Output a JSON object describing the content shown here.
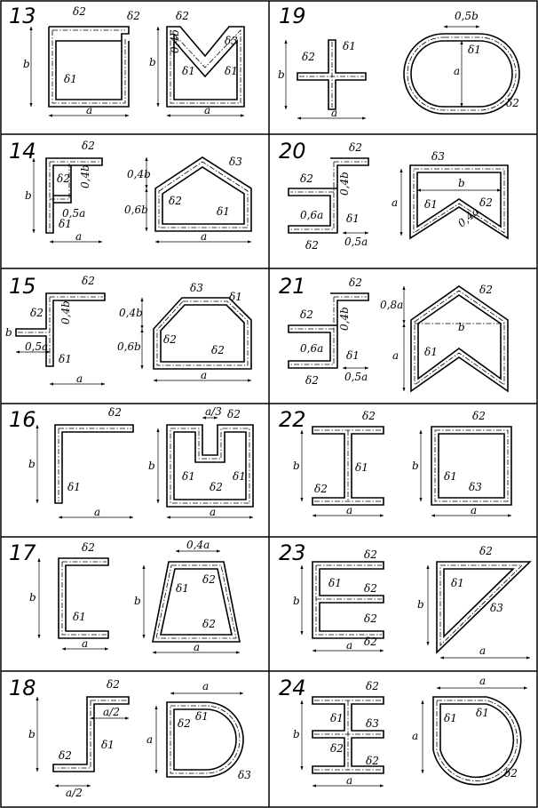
{
  "variants": [
    {
      "number": "13",
      "labels": {
        "a1": "a",
        "b1": "b",
        "d1": "δ1",
        "d2a": "δ2",
        "d2b": "δ2",
        "a2": "a",
        "b2": "b",
        "k": "0,4b",
        "e1": "δ1",
        "e2": "δ2",
        "e3": "δ3",
        "e4": "δ1"
      }
    },
    {
      "number": "14",
      "labels": {
        "a1": "a",
        "b1": "b",
        "d1": "δ1",
        "d2": "δ2",
        "d2b": "δ2",
        "k": "0,4b",
        "m": "0,5a",
        "a2": "a",
        "p": "0,4b",
        "q": "0,6b",
        "e1": "δ1",
        "e2": "δ2",
        "e3": "δ3"
      }
    },
    {
      "number": "15",
      "labels": {
        "a1": "a",
        "b1": "b",
        "d1": "δ1",
        "d2": "δ2",
        "d2b": "δ2",
        "k": "0,4b",
        "m": "0,5a",
        "a2": "a",
        "p": "0,4b",
        "q": "0,6b",
        "e1": "δ1",
        "e2": "δ2",
        "e3": "δ3",
        "e4": "δ2"
      }
    },
    {
      "number": "16",
      "labels": {
        "a1": "a",
        "b1": "b",
        "d1": "δ1",
        "d2": "δ2",
        "a2": "a",
        "b2": "b",
        "t": "a/3",
        "e1": "δ1",
        "e2": "δ2",
        "e3": "δ2",
        "e4": "δ1"
      }
    },
    {
      "number": "17",
      "labels": {
        "a1": "a",
        "b1": "b",
        "d1": "δ1",
        "d2": "δ2",
        "a2": "a",
        "b2": "b",
        "t": "0,4a",
        "e1": "δ1",
        "e2": "δ2",
        "e3": "δ2"
      }
    },
    {
      "number": "18",
      "labels": {
        "b1": "b",
        "d1": "δ1",
        "d2": "δ2",
        "d2b": "δ2",
        "h1": "a/2",
        "h2": "a/2",
        "a2": "a",
        "b2": "a",
        "e1": "δ1",
        "e2": "δ2",
        "e3": "δ3"
      }
    },
    {
      "number": "19",
      "labels": {
        "a1": "a",
        "b1": "b",
        "d1": "δ1",
        "d2": "δ2",
        "t": "0,5b",
        "a2": "a",
        "e1": "δ1",
        "e2": "δ2"
      }
    },
    {
      "number": "20",
      "labels": {
        "a1": "0,5a",
        "k": "0,4b",
        "m": "0,6a",
        "d1": "δ1",
        "d2": "δ2",
        "d2b": "δ2",
        "d2c": "δ2",
        "a2": "a",
        "b2": "b",
        "n": "0,4a",
        "e1": "δ1",
        "e2": "δ2",
        "e3": "δ3"
      }
    },
    {
      "number": "21",
      "labels": {
        "a1": "0,5a",
        "k": "0,4b",
        "m": "0,6a",
        "d1": "δ1",
        "d2": "δ2",
        "d2b": "δ2",
        "d2c": "δ2",
        "a2": "a",
        "b2": "b",
        "p": "0,8a",
        "e1": "δ1",
        "e2": "δ2"
      }
    },
    {
      "number": "22",
      "labels": {
        "a1": "a",
        "b1": "b",
        "d1": "δ1",
        "d2": "δ2",
        "d2b": "δ2",
        "a2": "a",
        "b2": "b",
        "e1": "δ1",
        "e2": "δ2",
        "e3": "δ3"
      }
    },
    {
      "number": "23",
      "labels": {
        "a1": "a",
        "b1": "b",
        "d1": "δ1",
        "d2": "δ2",
        "d2b": "δ2",
        "d2c": "δ2",
        "d2d": "δ2",
        "a2": "a",
        "b2": "b",
        "e1": "δ1",
        "e2": "δ2",
        "e3": "δ3"
      }
    },
    {
      "number": "24",
      "labels": {
        "a1": "a",
        "b1": "b",
        "d1": "δ1",
        "d2": "δ2",
        "d2b": "δ2",
        "d3": "δ3",
        "d2c": "δ2",
        "a2": "a",
        "b2": "a",
        "e1": "δ1",
        "e2": "δ2"
      }
    }
  ]
}
